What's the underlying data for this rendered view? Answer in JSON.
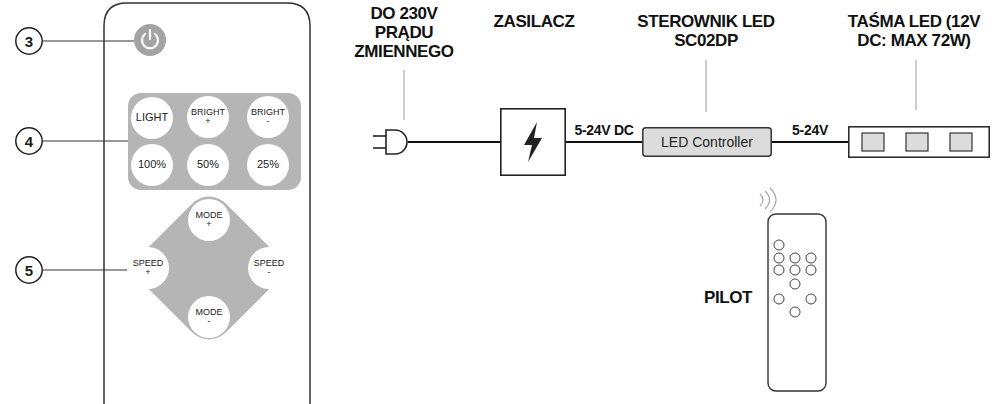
{
  "diagram": {
    "nodes": [
      {
        "text": [
          "3"
        ]
      },
      {
        "text": [
          "4"
        ]
      },
      {
        "text": [
          "LIGHT"
        ]
      },
      {
        "text": [
          "BRIGHT +"
        ]
      },
      {
        "text": [
          "BRIGHT -"
        ]
      },
      {
        "text": [
          "100%"
        ]
      },
      {
        "text": [
          "50%"
        ]
      },
      {
        "text": [
          "25%"
        ]
      },
      {
        "text": [
          "5"
        ]
      },
      {
        "text": [
          "MODE +"
        ]
      },
      {
        "text": [
          "SPEED +"
        ]
      },
      {
        "text": [
          "SPEED -"
        ]
      },
      {
        "text": [
          "MODE -"
        ]
      },
      {
        "text": [
          "DO 230V PRĄDU ZMIENNEGO"
        ]
      },
      {
        "text": [
          "ZASILACZ"
        ]
      },
      {
        "text": [
          "STEROWNIK LED SC02DP",
          "LED Controller"
        ]
      },
      {
        "text": [
          "TAŚMA LED (12V DC: MAX 72W)"
        ]
      }
    ],
    "edges": [
      {
        "from": 13,
        "to": 14,
        "arrow": "none"
      },
      {
        "from": 14,
        "to": 15,
        "label": "5-24V DC",
        "arrow": "none"
      },
      {
        "from": 15,
        "to": 16,
        "label": "5-24V",
        "arrow": "none"
      }
    ],
    "labels": [
      "PILOT"
    ]
  }
}
